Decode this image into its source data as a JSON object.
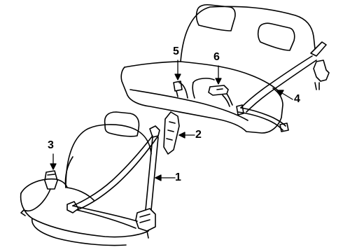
{
  "diagram": {
    "callouts": {
      "belt_1": "1",
      "guide_2": "2",
      "buckle_3": "3",
      "belt_4": "4",
      "guide_5": "5",
      "buckle_6": "6"
    },
    "colors": {
      "line": "#000000",
      "background": "#ffffff"
    }
  }
}
